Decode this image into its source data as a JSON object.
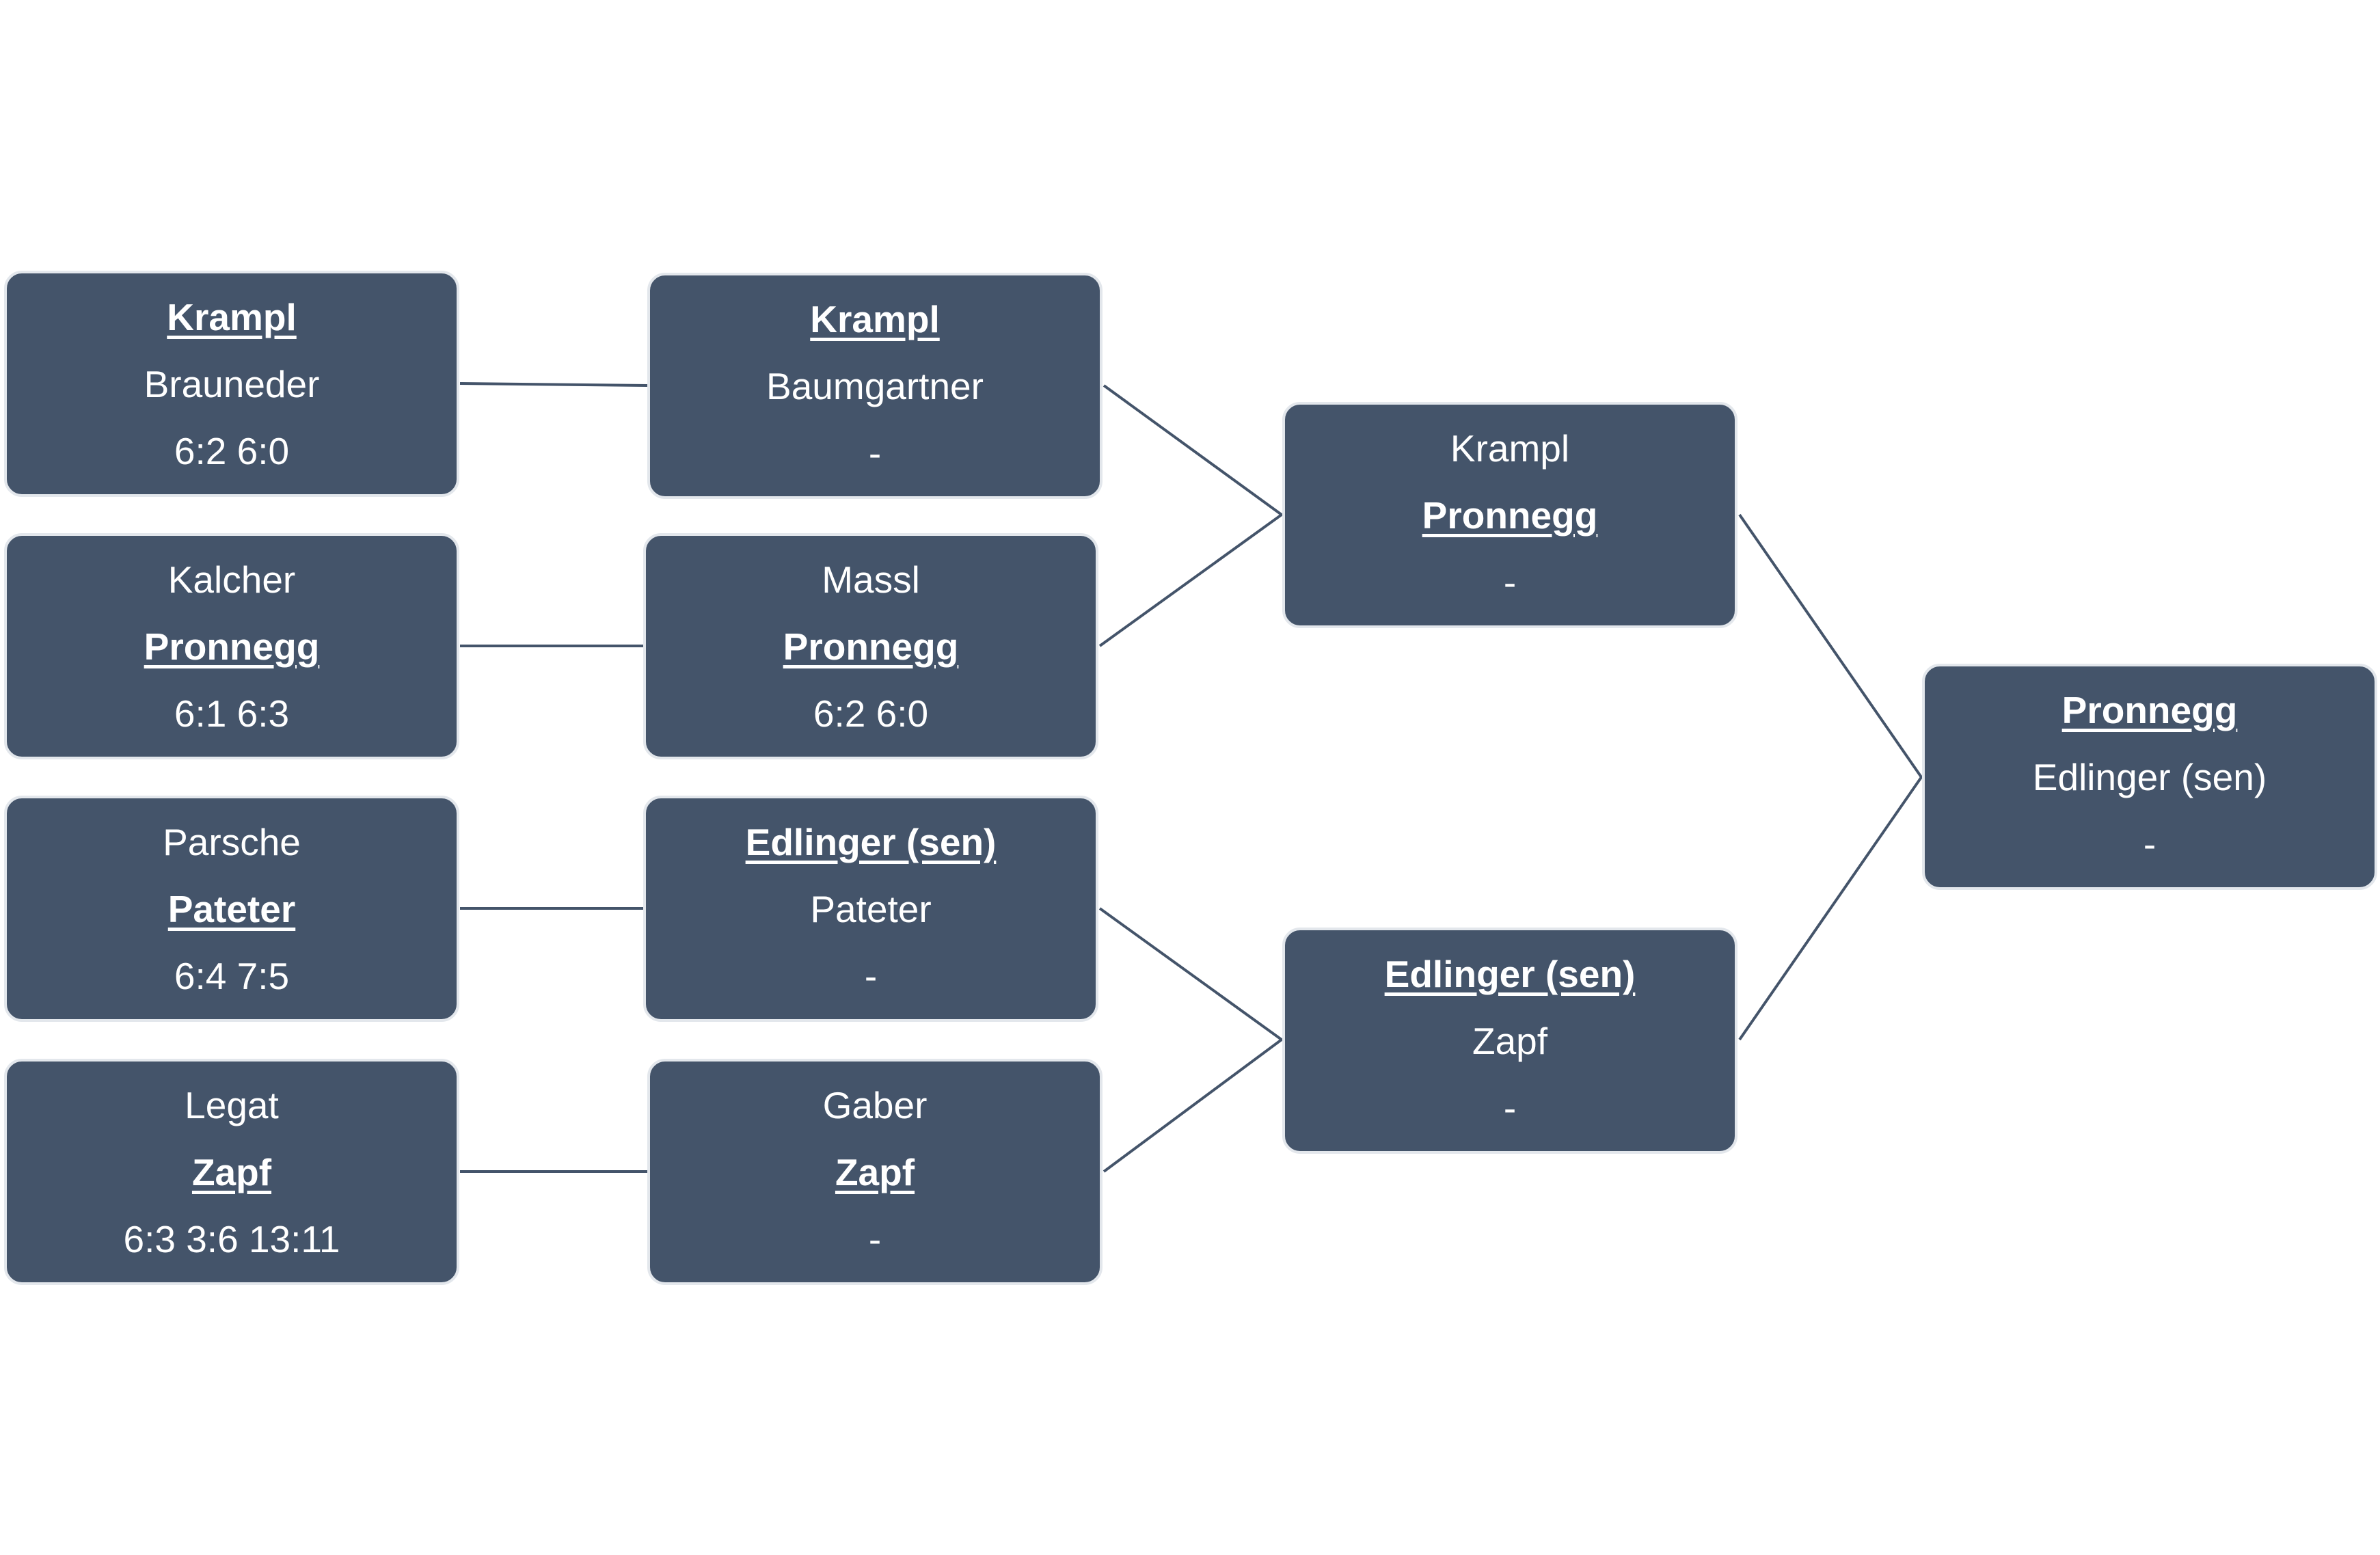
{
  "rounds": [
    {
      "matches": [
        {
          "player1": "Krampl",
          "player2": "Brauneder",
          "score": "6:2 6:0",
          "winner": 1
        },
        {
          "player1": "Kalcher",
          "player2": "Pronnegg",
          "score": "6:1 6:3",
          "winner": 2
        },
        {
          "player1": "Parsche",
          "player2": "Pateter",
          "score": "6:4 7:5",
          "winner": 2
        },
        {
          "player1": "Legat",
          "player2": "Zapf",
          "score": "6:3 3:6 13:11",
          "winner": 2
        }
      ]
    },
    {
      "matches": [
        {
          "player1": "Krampl",
          "player2": "Baumgartner",
          "score": "-",
          "winner": 1
        },
        {
          "player1": "Massl",
          "player2": "Pronnegg",
          "score": "6:2 6:0",
          "winner": 2
        },
        {
          "player1": "Edlinger (sen)",
          "player2": "Pateter",
          "score": "-",
          "winner": 1
        },
        {
          "player1": "Gaber",
          "player2": "Zapf",
          "score": "-",
          "winner": 2
        }
      ]
    },
    {
      "matches": [
        {
          "player1": "Krampl",
          "player2": "Pronnegg",
          "score": "-",
          "winner": 2
        },
        {
          "player1": "Edlinger (sen)",
          "player2": "Zapf",
          "score": "-",
          "winner": 1
        }
      ]
    },
    {
      "matches": [
        {
          "player1": "Pronnegg",
          "player2": "Edlinger (sen)",
          "score": "-",
          "winner": 1
        }
      ]
    }
  ],
  "colors": {
    "box_fill": "#44546a",
    "box_border": "#e3e7ec",
    "text": "#ffffff",
    "connector": "#44546a"
  }
}
